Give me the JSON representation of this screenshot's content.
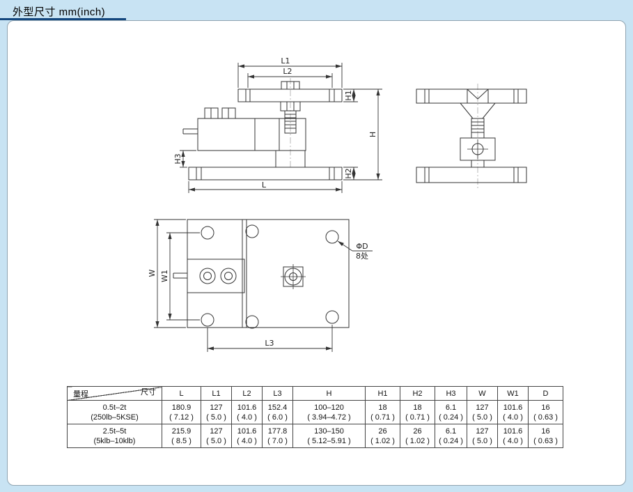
{
  "page": {
    "title": "外型尺寸 mm(inch)"
  },
  "diagram": {
    "labels": {
      "l1": "L1",
      "l2": "L2",
      "h1": "H1",
      "h": "H",
      "h2": "H2",
      "h3": "H3",
      "l": "L",
      "w": "W",
      "w1": "W1",
      "l3": "L3",
      "hole_dia": "ΦD",
      "hole_count": "8处"
    }
  },
  "table": {
    "corner_top": "尺寸",
    "corner_bottom": "量程",
    "columns": [
      "L",
      "L1",
      "L2",
      "L3",
      "H",
      "H1",
      "H2",
      "H3",
      "W",
      "W1",
      "D"
    ],
    "rows": [
      {
        "label": "0.5t–2t",
        "label_sub": "(250lb–5KSE)",
        "values": [
          "180.9",
          "127",
          "101.6",
          "152.4",
          "100–120",
          "18",
          "18",
          "6.1",
          "127",
          "101.6",
          "16"
        ],
        "inches": [
          "( 7.12 )",
          "( 5.0 )",
          "( 4.0 )",
          "( 6.0 )",
          "( 3.94–4.72 )",
          "( 0.71 )",
          "( 0.71 )",
          "( 0.24 )",
          "( 5.0 )",
          "( 4.0 )",
          "( 0.63 )"
        ]
      },
      {
        "label": "2.5t–5t",
        "label_sub": "(5klb–10klb)",
        "values": [
          "215.9",
          "127",
          "101.6",
          "177.8",
          "130–150",
          "26",
          "26",
          "6.1",
          "127",
          "101.6",
          "16"
        ],
        "inches": [
          "( 8.5 )",
          "( 5.0 )",
          "( 4.0 )",
          "( 7.0 )",
          "( 5.12–5.91 )",
          "( 1.02 )",
          "( 1.02 )",
          "( 0.24 )",
          "( 5.0 )",
          "( 4.0 )",
          "( 0.63 )"
        ]
      }
    ]
  }
}
